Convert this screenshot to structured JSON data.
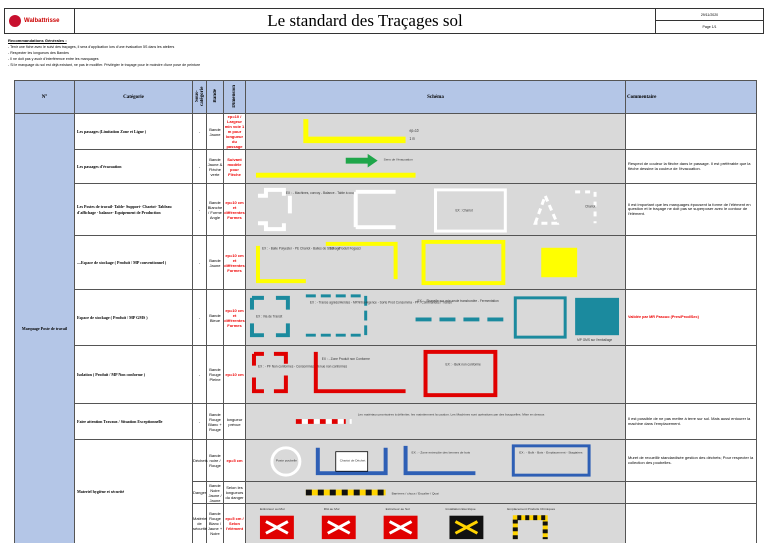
{
  "header": {
    "logo_text": "Walbattrisse",
    "title": "Le standard des Traçages sol",
    "meta": [
      "29/11/2020",
      "Page 1/1"
    ]
  },
  "recommendations": {
    "heading": "Recommandations Générales :",
    "items": [
      "- Tenir une fiche avec le suivi des traçages, il sera d'application lors d'une évaluation 5S dans les ateliers",
      "- Respecter les longueurs des Bandes",
      "- Il ne doit pas y avoir d'interférence entre les marquages",
      "- Si le marquage du sol est déjà existant, ne pas le modifier. Privilégier le traçage pour le moindre d'une pose de peinture"
    ]
  },
  "columns": [
    "N°",
    "Catégorie",
    "Sous-catégorie",
    "Bande",
    "Dimension",
    "Schéma",
    "Commentaire"
  ],
  "group_label": "Marquage Poste de travail",
  "rows": [
    {
      "cat": "Les passages (Limitation Zone et Ligne )",
      "sub": "-",
      "bande": "Bande Jaune",
      "dim": "ep=10 / Largeur min voie 1 m pour longueur du passage",
      "comment": ""
    },
    {
      "cat": "Les passages d'évacuation",
      "sub": "-",
      "bande": "Bande Jaune & Flèche verte",
      "dim": "Suivant modèle pour Flèche",
      "comment": "Respect de couleur la flèche dans le passage. Il est préférable que la flèche dessine la couleur de l'évacuation."
    },
    {
      "cat": "Les Postes de travail- Table- Support- Chariot- Tableau d'affichage - balance- Equipement de Production",
      "sub": "-",
      "bande": "Bande Blanche / Forme Angle",
      "dim": "ep=10 cm et différentes Formes",
      "comment": "Il est important que les marquages épousent la forme de l'élément en question et le traçage ne doit pas se superposer avec le contour de l'élément."
    },
    {
      "cat": "....Espace de stockage ( Produit / MP conventionnel )",
      "sub": "-",
      "bande": "Bande Jaune",
      "dim": "ep=10 cm et différentes Formes",
      "comment": ""
    },
    {
      "cat": "Espace de stockage ( Produit / MP GMS )",
      "sub": "-",
      "bande": "Bande Bleue",
      "dim": "ep=10 cm et différentes Formes",
      "comment": "Validée par MR Pascuo (Pres/Prod/Sec)"
    },
    {
      "cat": "Isolation ( Produit / MP Non conforme )",
      "sub": "-",
      "bande": "Bande Rouge Pleine",
      "dim": "ep=10 cm",
      "comment": ""
    },
    {
      "cat": "Faire attention Travaux / Situation Exceptionnelle",
      "sub": "-",
      "bande": "Bande Rouge Blanc + Rouge",
      "dim": "longueur prévue",
      "comment": "Il est possible de ne pas mettre à terre sur sol. Mais aussi entourer la machine dans l'emplacement."
    },
    {
      "cat": "Materiel hygiène et sécurité",
      "sub": "Déchets",
      "bande": "Bande noire / Rouge",
      "dim": "ep=5 cm",
      "comment": "Muret de recueillir standardisée gestion des déchets; Pour respecter la collection des poubelles."
    },
    {
      "cat": "",
      "sub": "Danger",
      "bande": "Bande Noire Jaune / Jaune",
      "dim": "Selon les longueurs du danger",
      "comment": ""
    },
    {
      "cat": "",
      "sub": "Matériel de sécurité",
      "bande": "Bande Rouge Blanc / Jaune + Noire",
      "dim": "ep=5 cm / Selon l'élément",
      "comment": ""
    }
  ],
  "schema_labels": {
    "r1": [
      "ep=10",
      "1 m"
    ],
    "r2": [
      "Sens de l'évacuation"
    ],
    "r3": [
      "EX : - Machines, convoy - Balance - Table à coup",
      "EX : Chariot",
      "Chariot"
    ],
    "r4": [
      "EX : - Balle Polyester - PE Chariot - Balles de Stockage",
      "EX : - Produit Fogacci"
    ],
    "r5": [
      "EX : Via de Transit",
      "EX : - Transe agréés/Hérdes - MP/Intra-Agence - Sorte Prod Consomma - PF / Commandes / Transit",
      "EX : - Shanelle sur voie seule transbordée - Fermentation",
      "MP GMS sur l'emballage"
    ],
    "r6": [
      "EX : - PF Non conformes - Consommas / Tenue non conformes",
      "EX : - Zone Produit non Conforme",
      "EX : - Bulk non conforme"
    ],
    "r7": [
      "Les matériaux provisoires à délimiter, les maintiennent la caution. Les Machines sont opérations par des bouquelles. Mise en dessus"
    ],
    "r8": [
      "Poste poubelle",
      "Chariot de Déchet",
      "EX : - Zone entrecôte des bennes de bois",
      "EX : - Bulk - Bois - Emplacement - Stagiaires"
    ],
    "r9": [
      "Barrieres / chocs / Escalier / Quai"
    ],
    "r10": [
      "Extincteur au Mur",
      "RIA au Mur",
      "Extincteur au Sol",
      "Installation Electrique",
      "Emplacement Produits Chimiques"
    ]
  },
  "colors": {
    "header_blue": "#b4c6e7",
    "schema_grey": "#d9d9d9",
    "yellow": "#ffff00",
    "green": "#1fa64a",
    "teal": "#1b8a9e",
    "blue": "#2e5fb5",
    "red": "#e00000"
  }
}
